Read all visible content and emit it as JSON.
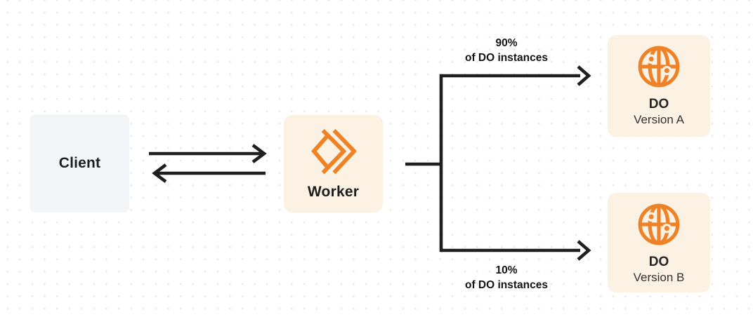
{
  "diagram": {
    "nodes": {
      "client": {
        "label": "Client"
      },
      "worker": {
        "label": "Worker",
        "icon": "cloudflare-workers-icon"
      },
      "do_a": {
        "title": "DO",
        "subtitle": "Version A",
        "icon": "durable-object-globe-icon"
      },
      "do_b": {
        "title": "DO",
        "subtitle": "Version B",
        "icon": "durable-object-globe-icon"
      }
    },
    "edges": {
      "client_worker": {
        "type": "bidirectional-arrows"
      },
      "worker_split": {
        "type": "branch"
      },
      "top_branch": {
        "percent": "90%",
        "caption": "of DO instances"
      },
      "bottom_branch": {
        "percent": "10%",
        "caption": "of DO instances"
      }
    },
    "colors": {
      "accent_orange": "#EF8224",
      "node_cream_bg": "#FBF2E4",
      "node_gray_bg": "#F4F5F6",
      "line_dark": "#1F1F1F",
      "dot_grid": "#E9E7E4"
    }
  }
}
